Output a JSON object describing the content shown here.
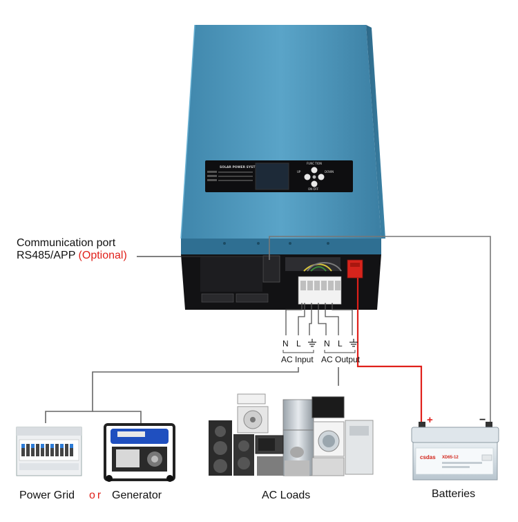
{
  "unit": {
    "panel_title": "SOLAR POWER SYSTEM",
    "button_top": "FUNC TION",
    "button_left": "UP",
    "button_right": "DOWN",
    "button_bottom": "ON OFF"
  },
  "labels": {
    "comm_port_line1": "Communication port",
    "comm_port_line2": "RS485/APP",
    "comm_port_optional": "(Optional)",
    "terminal_n1": "N",
    "terminal_l1": "L",
    "terminal_n2": "N",
    "terminal_l2": "L",
    "ac_input": "AC Input",
    "ac_output": "AC Output",
    "power_grid": "Power Grid",
    "or": "or",
    "generator": "Generator",
    "ac_loads": "AC Loads",
    "batteries": "Batteries",
    "battery_plus": "+",
    "battery_minus": "−",
    "battery_brand": "csdas",
    "battery_model": "XD65-12"
  },
  "colors": {
    "inverter_blue": "#4a93b8",
    "positive_wire": "#e0201a",
    "wire_gray": "#666666"
  }
}
